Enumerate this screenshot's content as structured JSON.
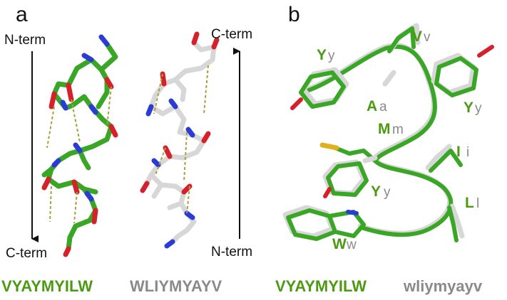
{
  "panel_a": {
    "letter": "a",
    "left_helix": {
      "top_label": "N-term",
      "bottom_label": "C-term"
    },
    "right_helix": {
      "top_label": "C-term",
      "bottom_label": "N-term"
    },
    "sequence_left": "VYAYMYILW",
    "sequence_right": "WLIYMYAYV"
  },
  "panel_b": {
    "letter": "b",
    "residues": [
      {
        "upper": "V",
        "lower": "v"
      },
      {
        "upper": "Y",
        "lower": "y"
      },
      {
        "upper": "A",
        "lower": "a"
      },
      {
        "upper": "Y",
        "lower": "y"
      },
      {
        "upper": "M",
        "lower": "m"
      },
      {
        "upper": "I",
        "lower": "i"
      },
      {
        "upper": "Y",
        "lower": "y"
      },
      {
        "upper": "L",
        "lower": "l"
      },
      {
        "upper": "W",
        "lower": "w"
      }
    ],
    "sequence_left": "VYAYMYILW",
    "sequence_right": "wliymyayv"
  },
  "colors": {
    "green": "#3aa626",
    "green_label": "#4c9a12",
    "white_stick": "#d7d7d7",
    "grey_label": "#8a8a8a",
    "nitrogen": "#2a3bd6",
    "oxygen": "#d6202a",
    "sulfur": "#e0b020",
    "hbond": "#a8a040"
  }
}
